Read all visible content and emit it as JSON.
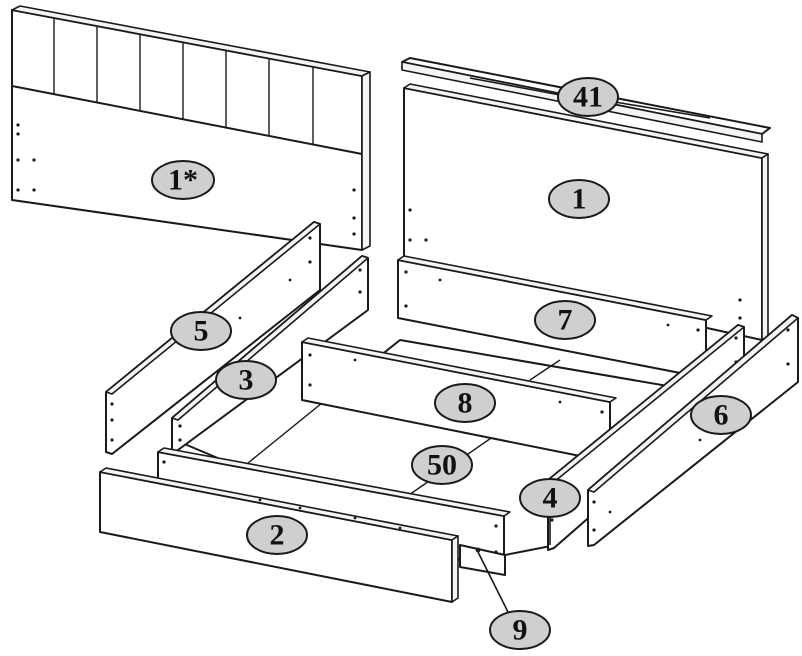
{
  "parts": [
    {
      "id": "headboard",
      "label": "1*"
    },
    {
      "id": "top-rail",
      "label": "41"
    },
    {
      "id": "back-panel",
      "label": "1"
    },
    {
      "id": "left-side-rail",
      "label": "5"
    },
    {
      "id": "left-inner-rail",
      "label": "3"
    },
    {
      "id": "back-slat",
      "label": "7"
    },
    {
      "id": "center-slat",
      "label": "8"
    },
    {
      "id": "slat-support",
      "label": "50"
    },
    {
      "id": "foot-rail",
      "label": "2"
    },
    {
      "id": "right-inner-rail",
      "label": "4"
    },
    {
      "id": "right-side-rail",
      "label": "6"
    },
    {
      "id": "bracket",
      "label": "9"
    }
  ]
}
